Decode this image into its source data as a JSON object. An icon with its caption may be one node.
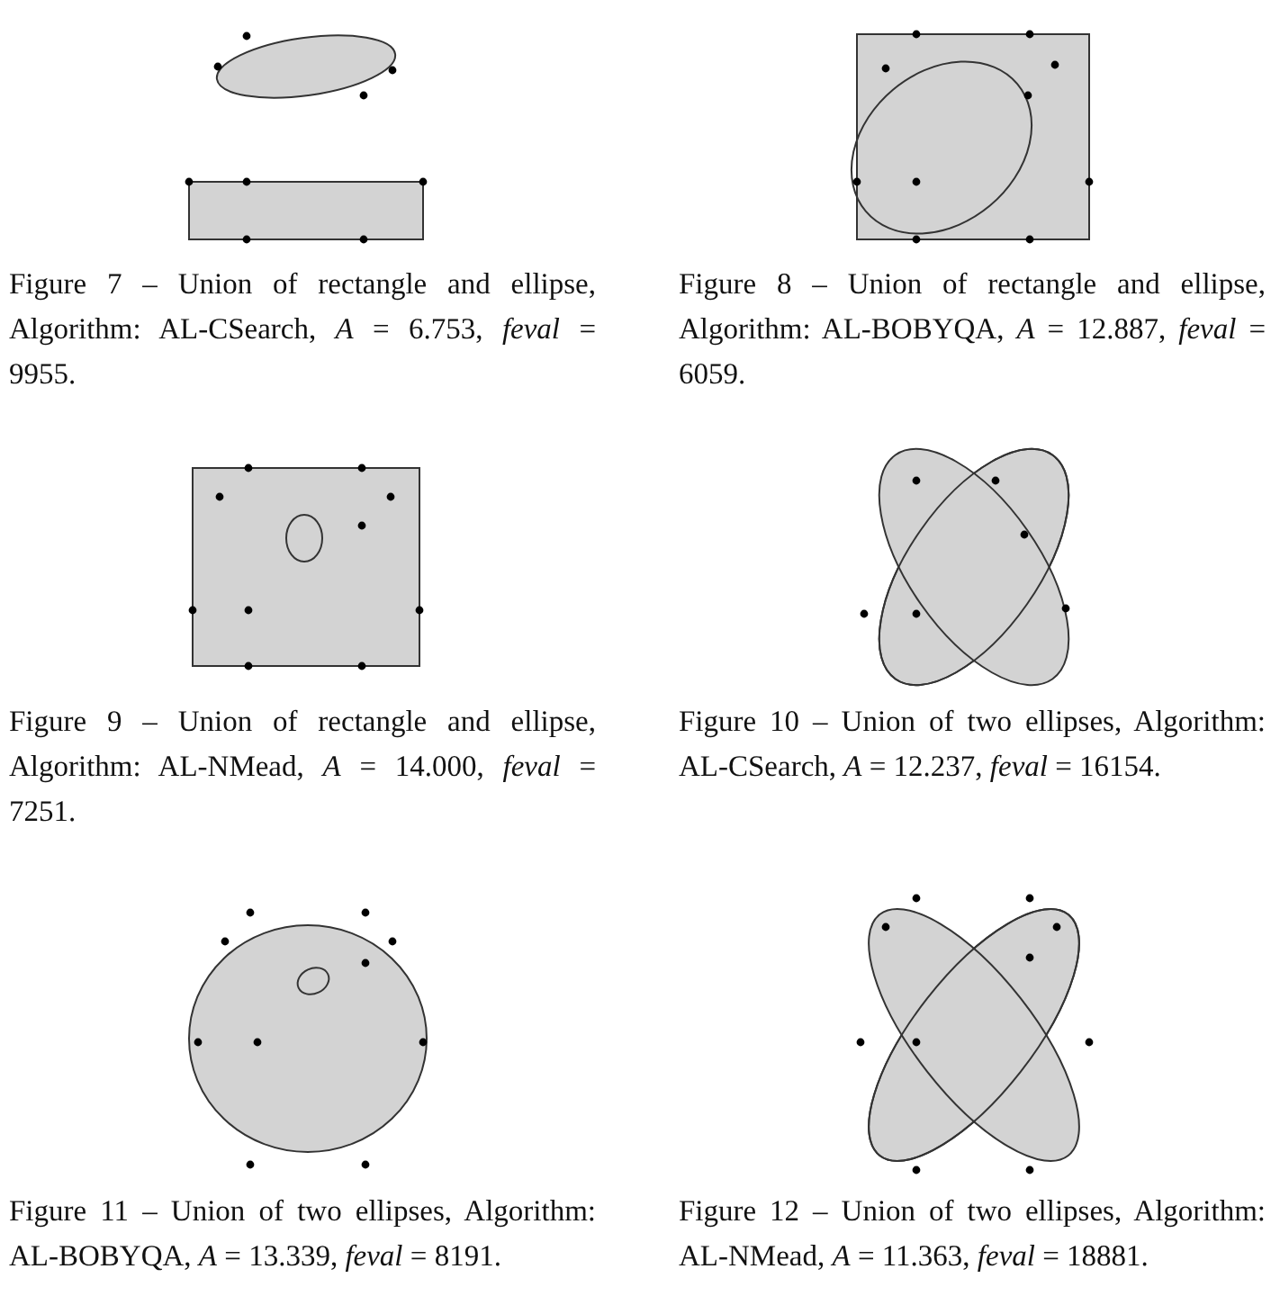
{
  "diagram": {
    "labels": [
      "Figure 7 – Union of rectangle and ellipse, Algorithm: AL-CSearch, *A* = 6.753, *feval* = 9955.",
      "Figure 8 – Union of rectangle and ellipse, Algorithm: AL-BOBYQA, *A* = 12.887, *feval* = 6059.",
      "Figure 9 – Union of rectangle and ellipse, Algorithm: AL-NMead, *A* = 14.000, *feval* = 7251.",
      "Figure 10 – Union of two ellipses, Algorithm: AL-CSearch, *A* = 12.237, *feval* = 16154.",
      "Figure 11 – Union of two ellipses, Algorithm: AL-BOBYQA, *A* = 13.339, *feval* = 8191.",
      "Figure 12 – Union of two ellipses, Algorithm: AL-NMead, *A* = 11.363, *feval* = 18881."
    ]
  }
}
